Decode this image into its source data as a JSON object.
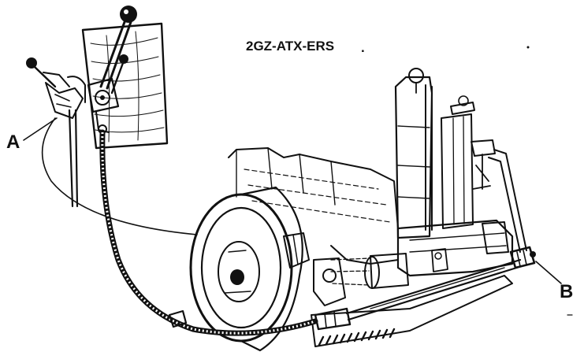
{
  "diagram": {
    "title": "2GZ-ATX-ERS",
    "title_suffix": ".",
    "callouts": [
      {
        "id": "A",
        "label": "A"
      },
      {
        "id": "B",
        "label": "B"
      }
    ]
  },
  "colors": {
    "ink": "#111111",
    "paper": "#ffffff"
  }
}
